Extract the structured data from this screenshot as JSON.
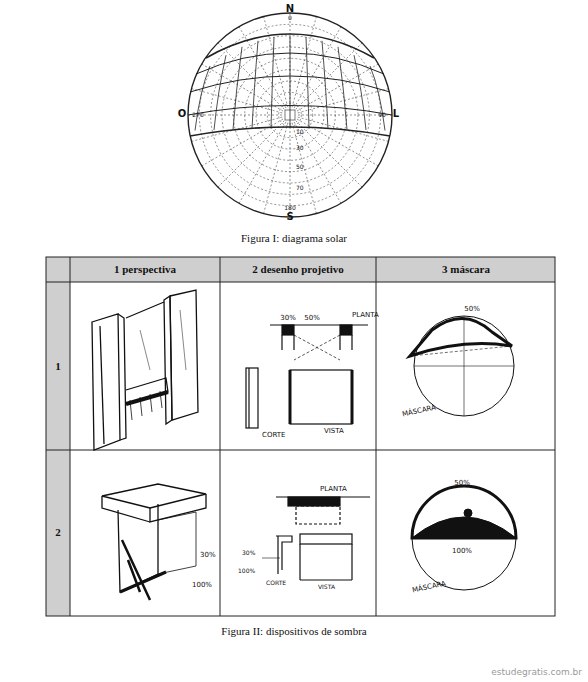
{
  "diagram": {
    "caption": "Figura II: dispositivos de sombra",
    "labels": [
      "N",
      "0",
      "O",
      "270",
      "90",
      "L",
      "10",
      "30",
      "50",
      "70",
      "180",
      "S",
      "Figura I: diagrama solar",
      "1 perspectiva",
      "2 desenho projetivo",
      "3 máscara",
      "1",
      "2",
      "30%",
      "50%",
      "PLANTA",
      "CORTE",
      "VISTA",
      "50%",
      "MÁSCARA",
      "30%",
      "100%",
      "PLANTA",
      "30%",
      "100%",
      "CORTE",
      "VISTA",
      "50%",
      "100%",
      "MÁSCARA",
      "estudegratis.com.br"
    ]
  }
}
